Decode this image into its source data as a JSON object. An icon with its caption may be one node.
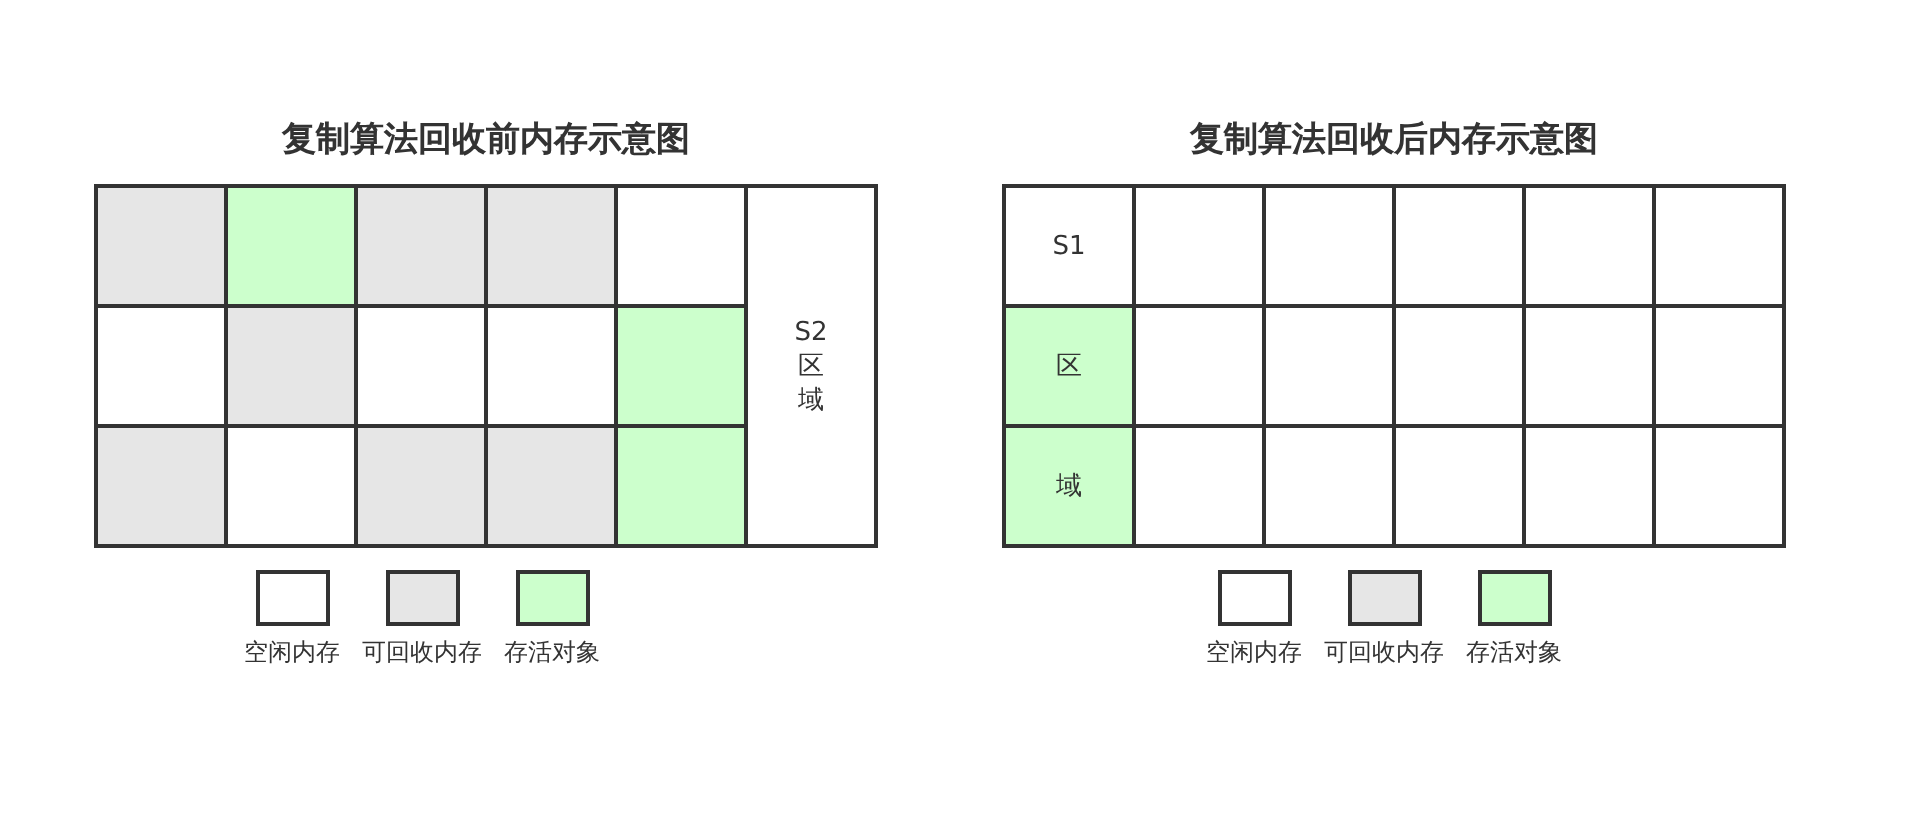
{
  "diagram": {
    "nodes": [
      {
        "text": [],
        "shape": "box"
      },
      {
        "text": [],
        "shape": "box"
      },
      {
        "text": [],
        "shape": "box"
      },
      {
        "text": [],
        "shape": "box"
      },
      {
        "text": [],
        "shape": "box"
      },
      {
        "text": [
          "S2",
          "区域"
        ]
      },
      {
        "text": [],
        "shape": "box"
      },
      {
        "text": [],
        "shape": "box"
      },
      {
        "text": [],
        "shape": "box"
      },
      {
        "text": [],
        "shape": "box"
      },
      {
        "text": [],
        "shape": "box"
      },
      {
        "text": [],
        "shape": "box"
      },
      {
        "text": [],
        "shape": "box"
      },
      {
        "text": [],
        "shape": "box"
      },
      {
        "text": [],
        "shape": "box"
      },
      {
        "text": [],
        "shape": "box"
      },
      {
        "text": [
          "S1"
        ]
      },
      {
        "text": [],
        "shape": "box"
      },
      {
        "text": [],
        "shape": "box"
      },
      {
        "text": [],
        "shape": "box"
      },
      {
        "text": [],
        "shape": "box"
      },
      {
        "text": [],
        "shape": "box"
      },
      {
        "text": [
          "区"
        ]
      },
      {
        "text": [],
        "shape": "box"
      },
      {
        "text": [],
        "shape": "box"
      },
      {
        "text": [],
        "shape": "box"
      },
      {
        "text": [],
        "shape": "box"
      },
      {
        "text": [],
        "shape": "box"
      },
      {
        "text": [
          "域"
        ]
      },
      {
        "text": [],
        "shape": "box"
      },
      {
        "text": [],
        "shape": "box"
      },
      {
        "text": [],
        "shape": "box"
      },
      {
        "text": [],
        "shape": "box"
      },
      {
        "text": [],
        "shape": "box"
      }
    ],
    "edges": [],
    "labels": [
      "复制算法回收前内存示意图",
      "复制算法回收后内存示意图"
    ],
    "legend": [
      {
        "text": "空闲内存",
        "color": "#ffffff"
      },
      {
        "text": "可回收内存",
        "color": "#e6e6e6"
      },
      {
        "text": "存活对象",
        "color": "#ccffcc"
      },
      {
        "text": "空闲内存",
        "color": "#ffffff"
      },
      {
        "text": "可回收内存",
        "color": "#e6e6e6"
      },
      {
        "text": "存活对象",
        "color": "#ccffcc"
      }
    ]
  }
}
